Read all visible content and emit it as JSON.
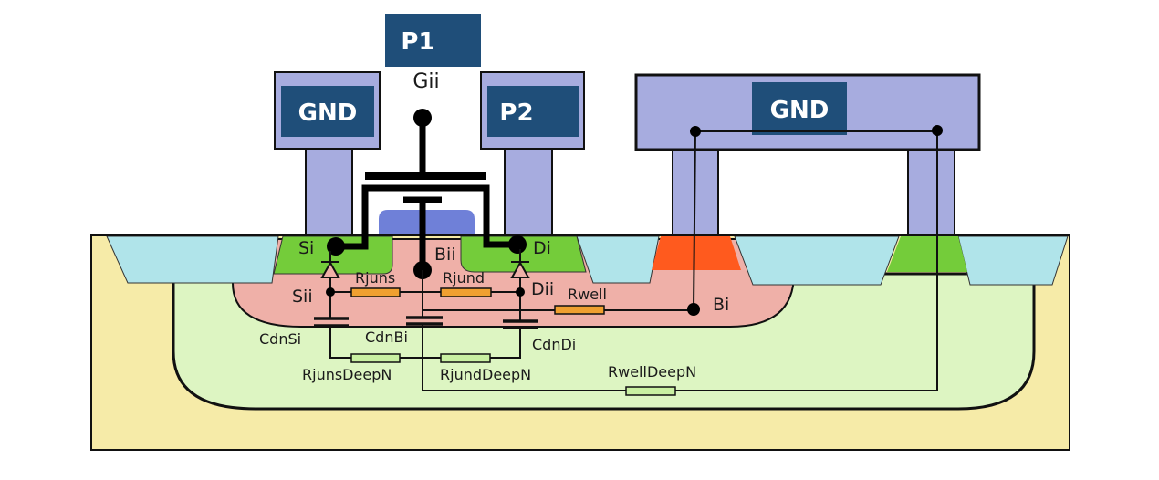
{
  "terminals": {
    "p1": "P1",
    "gnd_left": "GND",
    "p2": "P2",
    "gnd_right": "GND"
  },
  "nodes": {
    "gii": "Gii",
    "si": "Si",
    "di": "Di",
    "bii": "Bii",
    "sii": "Sii",
    "dii": "Dii",
    "bi": "Bi"
  },
  "components": {
    "rjuns": "Rjuns",
    "rjund": "Rjund",
    "rwell": "Rwell",
    "cdnsi": "CdnSi",
    "cdnbi": "CdnBi",
    "cdndi": "CdnDi",
    "rjunsdeepn": "RjunsDeepN",
    "rjunddeepn": "RjundDeepN",
    "rwelldeepn": "RwellDeepN"
  },
  "colors": {
    "substrate": "#f6eba8",
    "deep_nwell": "#ddf5c2",
    "pwell": "#efb0a8",
    "sti": "#b0e4ea",
    "n_diffusion": "#74cc3a",
    "p_diffusion": "#ff5a1e",
    "gate": "#6f80d8",
    "contact": "#a7acdf",
    "label_box": "#1f4e79",
    "resistor_orange": "#f0a030",
    "resistor_green": "#c9f0a2"
  }
}
